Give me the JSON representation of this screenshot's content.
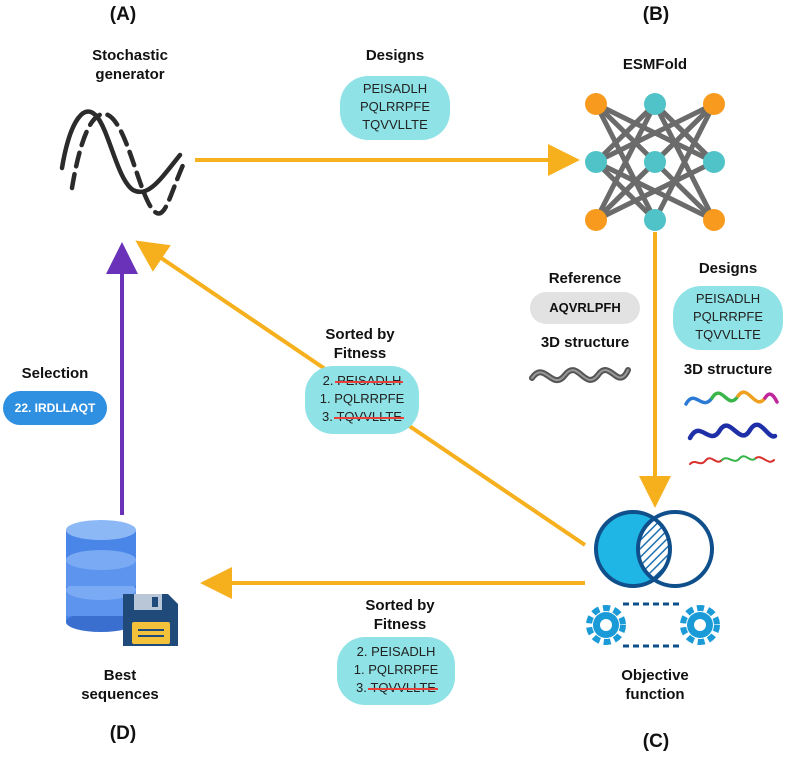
{
  "panels": {
    "a": "(A)",
    "b": "(B)",
    "c": "(C)",
    "d": "(D)"
  },
  "generator": {
    "title_line1": "Stochastic",
    "title_line2": "generator"
  },
  "designs_top": {
    "title": "Designs",
    "seq1": "PEISADLH",
    "seq2": "PQLRRPFE",
    "seq3": "TQVVLLTE"
  },
  "esmfold": {
    "title": "ESMFold"
  },
  "reference": {
    "title": "Reference",
    "seq": "AQVRLPFH",
    "structure_title": "3D structure"
  },
  "designs_right": {
    "title": "Designs",
    "seq1": "PEISADLH",
    "seq2": "PQLRRPFE",
    "seq3": "TQVVLLTE",
    "structure_title": "3D structure"
  },
  "sorted_middle": {
    "title_line1": "Sorted by",
    "title_line2": "Fitness",
    "rank1": "2.",
    "seq1": "PEISADLH",
    "rank2": "1.",
    "seq2": "PQLRRPFE",
    "rank3": "3.",
    "seq3": "TQVVLLTE"
  },
  "sorted_bottom": {
    "title_line1": "Sorted by",
    "title_line2": "Fitness",
    "rank1": "2.",
    "seq1": "PEISADLH",
    "rank2": "1.",
    "seq2": "PQLRRPFE",
    "rank3": "3.",
    "seq3": "TQVVLLTE"
  },
  "selection": {
    "title": "Selection",
    "badge": "22. IRDLLAQT"
  },
  "best": {
    "title_line1": "Best",
    "title_line2": "sequences"
  },
  "objective": {
    "title_line1": "Objective",
    "title_line2": "function"
  },
  "colors": {
    "arrow_orange": "#f6b01e",
    "arrow_purple": "#6a32b8",
    "node_orange": "#f79a1e",
    "node_teal": "#4fc3c7",
    "pill_cyan": "#8fe3e6",
    "selection_blue": "#2f8fe0",
    "strike_red": "#e8403b",
    "gear_blue": "#1a9bd8",
    "db_blue": "#4a86e8"
  },
  "icons": {
    "generator": "wave-curves-icon",
    "network": "neural-network-icon",
    "venn": "venn-diagram-icon",
    "gears": "gears-icon",
    "database": "database-icon",
    "floppy": "floppy-disk-icon"
  }
}
